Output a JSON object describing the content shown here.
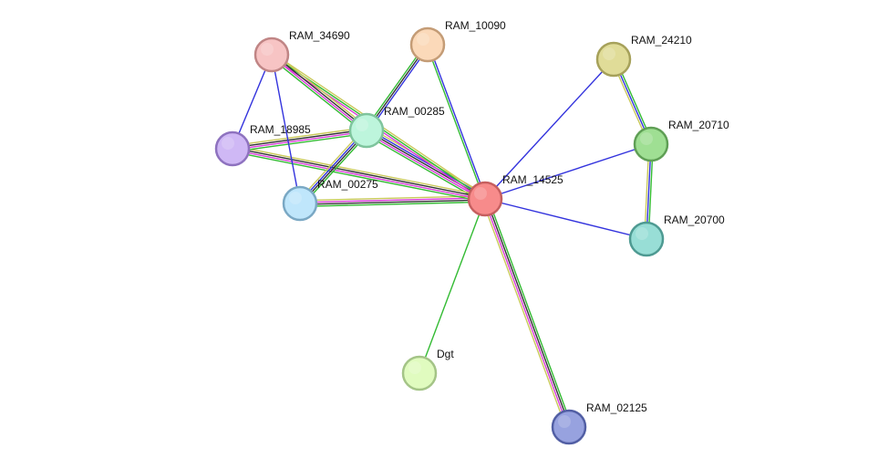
{
  "nodes": [
    {
      "id": "RAM_14525",
      "label": "RAM_14525",
      "fill": "#f78b8b",
      "stroke": "#c65f5f"
    },
    {
      "id": "RAM_00285",
      "label": "RAM_00285",
      "fill": "#bdf5dc",
      "stroke": "#7fc49d"
    },
    {
      "id": "RAM_00275",
      "label": "RAM_00275",
      "fill": "#bfe6fb",
      "stroke": "#7aa8c4"
    },
    {
      "id": "RAM_18985",
      "label": "RAM_18985",
      "fill": "#cfb8f5",
      "stroke": "#8e72bf"
    },
    {
      "id": "RAM_34690",
      "label": "RAM_34690",
      "fill": "#f7c4c4",
      "stroke": "#c08585"
    },
    {
      "id": "RAM_10090",
      "label": "RAM_10090",
      "fill": "#fbd9b9",
      "stroke": "#c49c76"
    },
    {
      "id": "RAM_24210",
      "label": "RAM_24210",
      "fill": "#e0dc98",
      "stroke": "#a6a15a"
    },
    {
      "id": "RAM_20710",
      "label": "RAM_20710",
      "fill": "#9fdf93",
      "stroke": "#5f9f55"
    },
    {
      "id": "RAM_20700",
      "label": "RAM_20700",
      "fill": "#98ded6",
      "stroke": "#4e9a92"
    },
    {
      "id": "Dgt",
      "label": "Dgt",
      "fill": "#e0fbbf",
      "stroke": "#a4c487"
    },
    {
      "id": "RAM_02125",
      "label": "RAM_02125",
      "fill": "#97a2df",
      "stroke": "#525fa4"
    }
  ],
  "edges": [
    {
      "source": "RAM_14525",
      "target": "RAM_00285",
      "evidence": [
        "green",
        "magenta",
        "black",
        "blue",
        "yellow"
      ]
    },
    {
      "source": "RAM_14525",
      "target": "RAM_00275",
      "evidence": [
        "green",
        "black",
        "magenta",
        "yellow"
      ]
    },
    {
      "source": "RAM_14525",
      "target": "RAM_18985",
      "evidence": [
        "green",
        "magenta",
        "black",
        "yellow"
      ]
    },
    {
      "source": "RAM_14525",
      "target": "RAM_34690",
      "evidence": [
        "magenta",
        "green",
        "yellow"
      ]
    },
    {
      "source": "RAM_14525",
      "target": "RAM_10090",
      "evidence": [
        "green",
        "blue"
      ]
    },
    {
      "source": "RAM_14525",
      "target": "RAM_24210",
      "evidence": [
        "blue"
      ]
    },
    {
      "source": "RAM_14525",
      "target": "RAM_20710",
      "evidence": [
        "blue"
      ]
    },
    {
      "source": "RAM_14525",
      "target": "RAM_20700",
      "evidence": [
        "blue"
      ]
    },
    {
      "source": "RAM_14525",
      "target": "Dgt",
      "evidence": [
        "green"
      ]
    },
    {
      "source": "RAM_14525",
      "target": "RAM_02125",
      "evidence": [
        "green",
        "black",
        "magenta",
        "yellow"
      ]
    },
    {
      "source": "RAM_00285",
      "target": "RAM_00275",
      "evidence": [
        "green",
        "black",
        "blue",
        "yellow"
      ]
    },
    {
      "source": "RAM_00285",
      "target": "RAM_18985",
      "evidence": [
        "green",
        "magenta",
        "black",
        "yellow"
      ]
    },
    {
      "source": "RAM_00285",
      "target": "RAM_34690",
      "evidence": [
        "green",
        "magenta",
        "black",
        "yellow"
      ]
    },
    {
      "source": "RAM_00285",
      "target": "RAM_10090",
      "evidence": [
        "green",
        "black",
        "blue"
      ]
    },
    {
      "source": "RAM_18985",
      "target": "RAM_34690",
      "evidence": [
        "blue"
      ]
    },
    {
      "source": "RAM_00275",
      "target": "RAM_34690",
      "evidence": [
        "blue"
      ]
    },
    {
      "source": "RAM_24210",
      "target": "RAM_20710",
      "evidence": [
        "green",
        "blue",
        "yellow"
      ]
    },
    {
      "source": "RAM_20710",
      "target": "RAM_20700",
      "evidence": [
        "green",
        "blue",
        "yellow"
      ]
    }
  ],
  "evidence_colors": {
    "green": "#33bb33",
    "magenta": "#d83ad8",
    "black": "#333333",
    "blue": "#3333dd",
    "yellow": "#c9c95a"
  }
}
